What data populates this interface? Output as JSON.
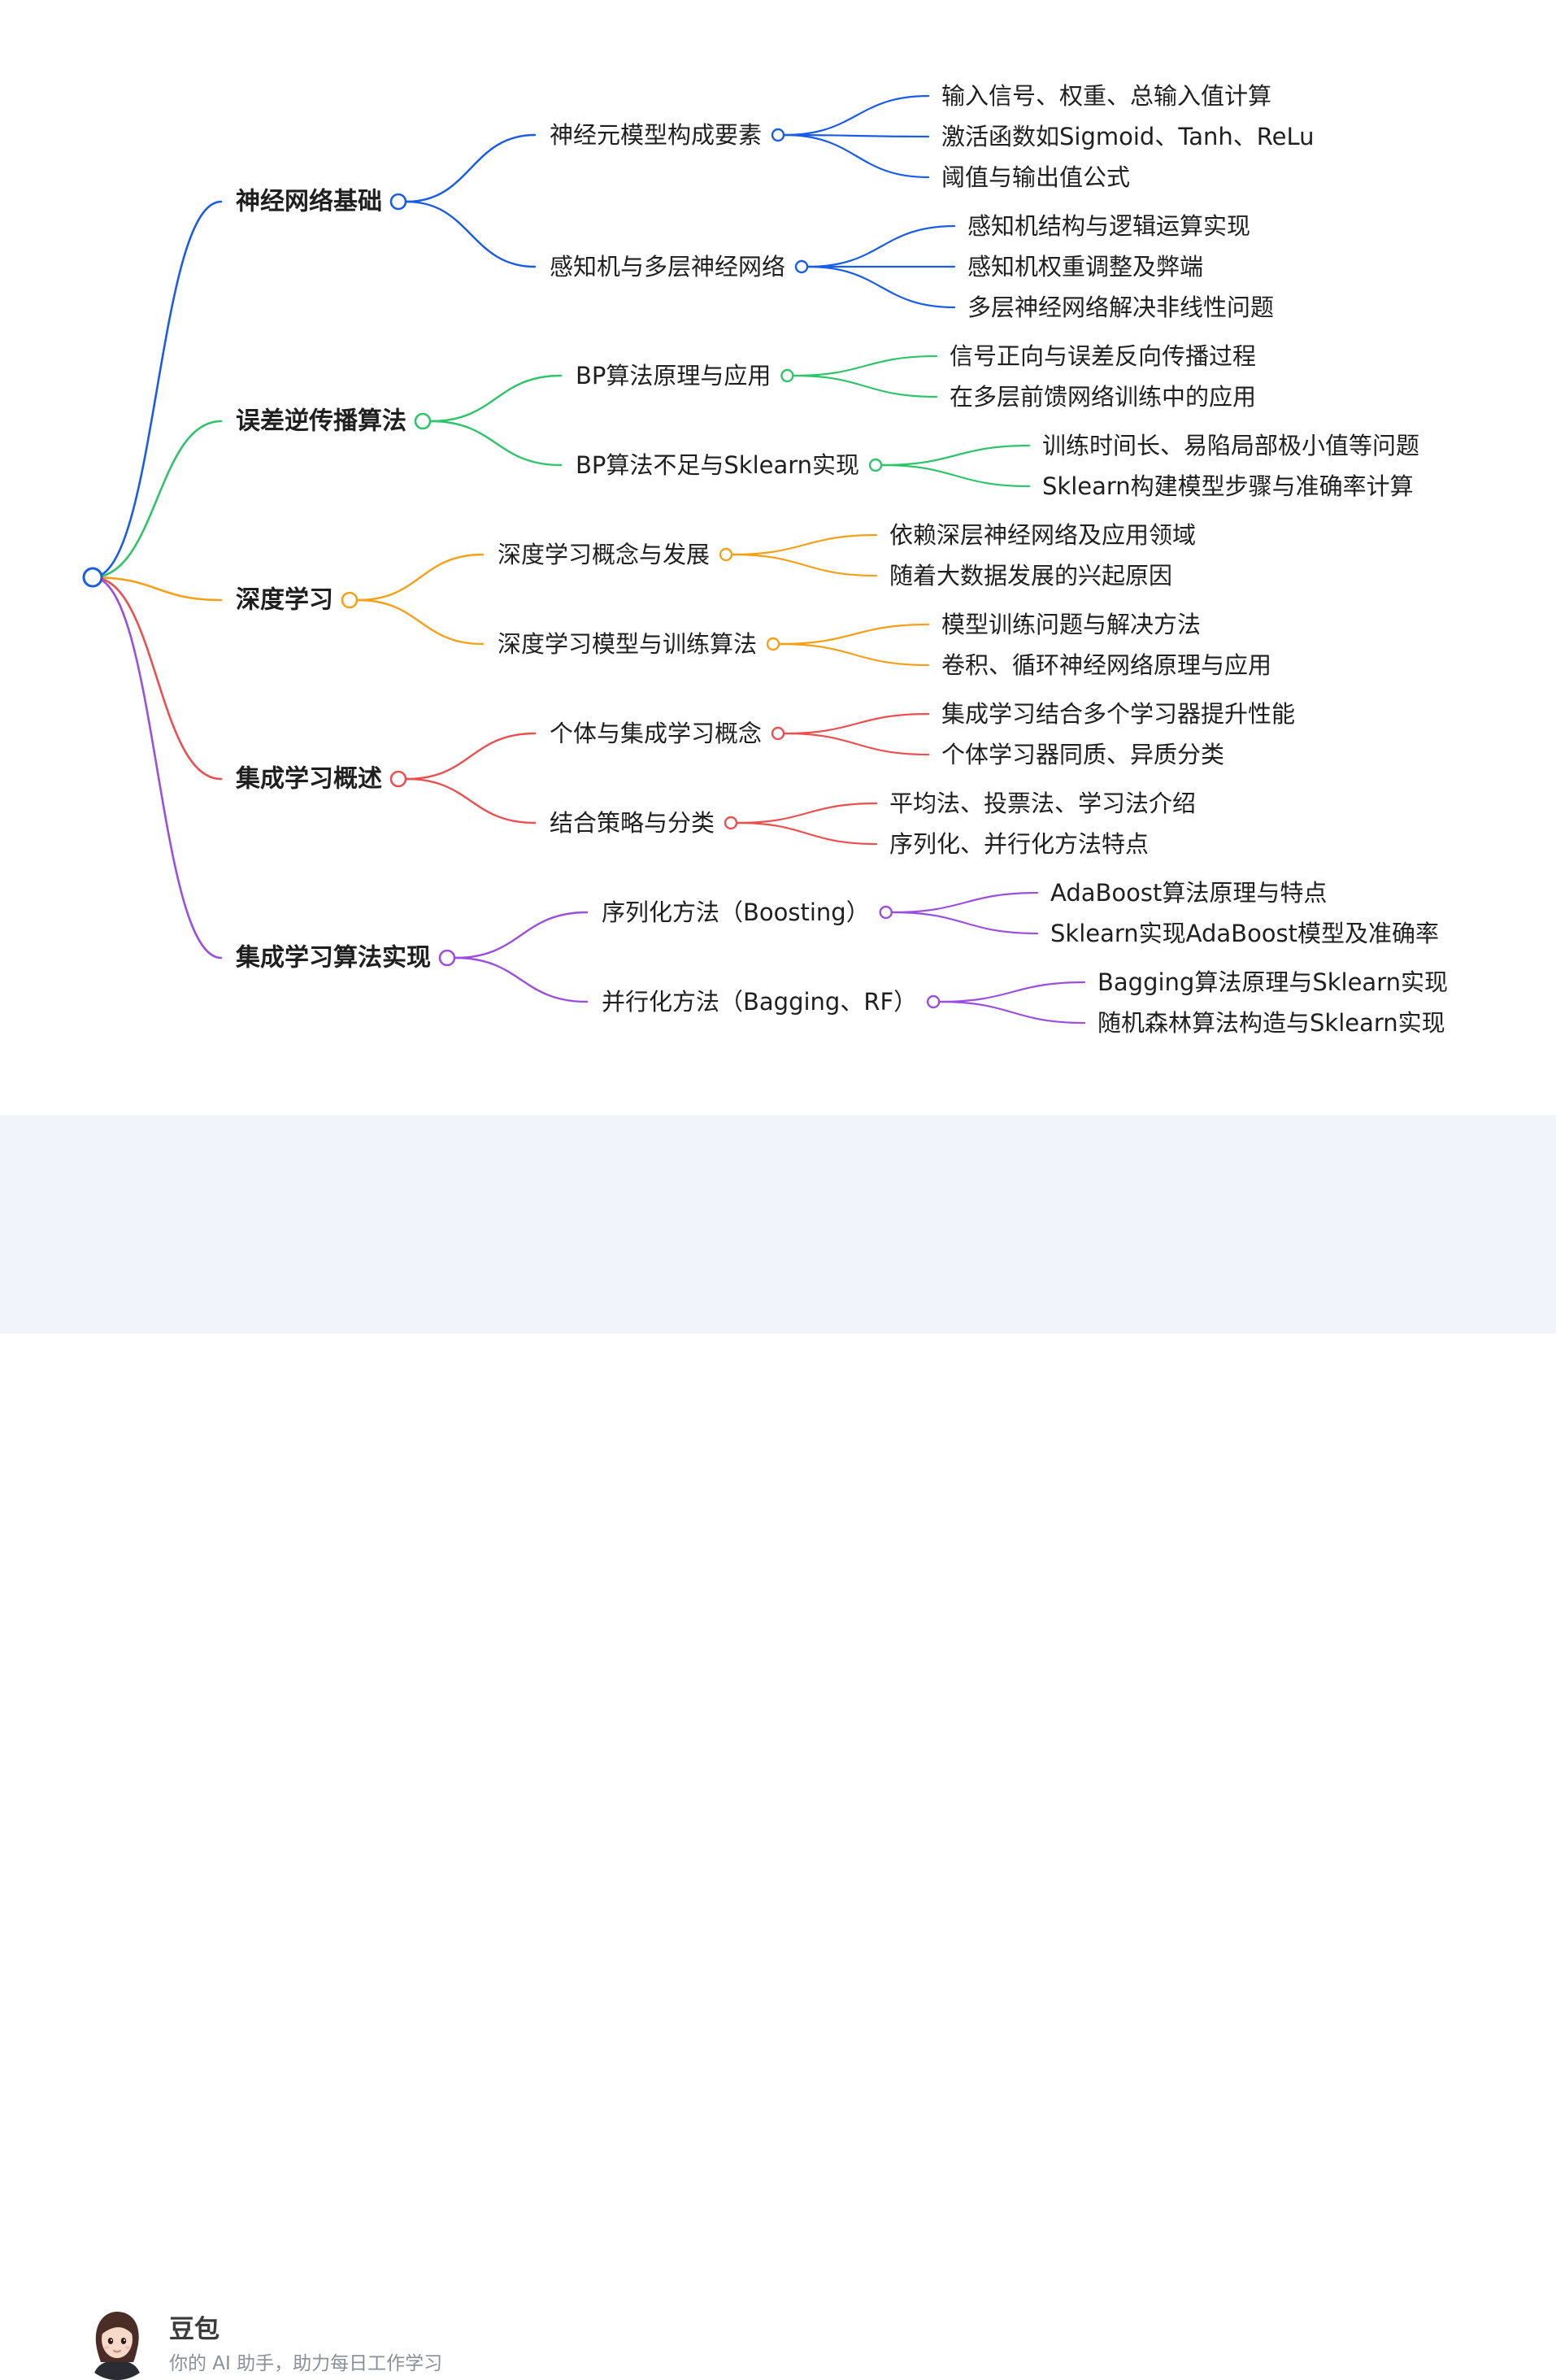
{
  "mindmap": {
    "branches": [
      {
        "label": "神经网络基础",
        "color": "#1a5ce6",
        "children": [
          {
            "label": "神经元模型构成要素",
            "leaves": [
              "输入信号、权重、总输入值计算",
              "激活函数如Sigmoid、Tanh、ReLu",
              "阈值与输出值公式"
            ]
          },
          {
            "label": "感知机与多层神经网络",
            "leaves": [
              "感知机结构与逻辑运算实现",
              "感知机权重调整及弊端",
              "多层神经网络解决非线性问题"
            ]
          }
        ]
      },
      {
        "label": "误差逆传播算法",
        "color": "#2ec46a",
        "children": [
          {
            "label": "BP算法原理与应用",
            "leaves": [
              "信号正向与误差反向传播过程",
              "在多层前馈网络训练中的应用"
            ]
          },
          {
            "label": "BP算法不足与Sklearn实现",
            "leaves": [
              "训练时间长、易陷局部极小值等问题",
              "Sklearn构建模型步骤与准确率计算"
            ]
          }
        ]
      },
      {
        "label": "深度学习",
        "color": "#f5a018",
        "children": [
          {
            "label": "深度学习概念与发展",
            "leaves": [
              "依赖深层神经网络及应用领域",
              "随着大数据发展的兴起原因"
            ]
          },
          {
            "label": "深度学习模型与训练算法",
            "leaves": [
              "模型训练问题与解决方法",
              "卷积、循环神经网络原理与应用"
            ]
          }
        ]
      },
      {
        "label": "集成学习概述",
        "color": "#ec4f4f",
        "children": [
          {
            "label": "个体与集成学习概念",
            "leaves": [
              "集成学习结合多个学习器提升性能",
              "个体学习器同质、异质分类"
            ]
          },
          {
            "label": "结合策略与分类",
            "leaves": [
              "平均法、投票法、学习法介绍",
              "序列化、并行化方法特点"
            ]
          }
        ]
      },
      {
        "label": "集成学习算法实现",
        "color": "#9b4fdc",
        "children": [
          {
            "label": "序列化方法（Boosting）",
            "leaves": [
              "AdaBoost算法原理与特点",
              "Sklearn实现AdaBoost模型及准确率"
            ]
          },
          {
            "label": "并行化方法（Bagging、RF）",
            "leaves": [
              "Bagging算法原理与Sklearn实现",
              "随机森林算法构造与Sklearn实现"
            ]
          }
        ]
      }
    ]
  },
  "footer": {
    "brand_name": "豆包",
    "tagline": "你的 AI 助手，助力每日工作学习",
    "avatar_icon": "girl-avatar-icon"
  }
}
